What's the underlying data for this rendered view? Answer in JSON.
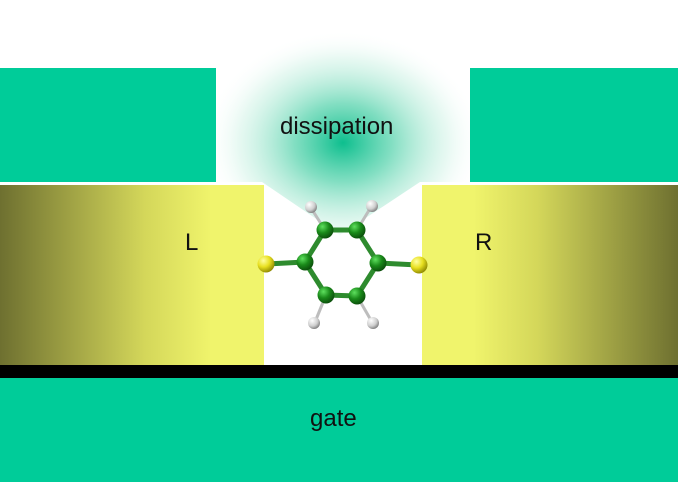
{
  "labels": {
    "dissipation": "dissipation",
    "left_electrode": "L",
    "right_electrode": "R",
    "gate": "gate"
  },
  "colors": {
    "substrate": "#00cc99",
    "gold_light": "#f0f46c",
    "gold_dark": "#6e7030",
    "oxide": "#000000",
    "carbon": "#1a7a1a",
    "carbon_highlight": "#3ec43e",
    "sulfur": "#e8e020",
    "hydrogen": "#d0d0d0",
    "bond": "#2e8b2e",
    "glow": "#00bb88"
  },
  "molecule": {
    "name": "benzene-dithiol",
    "carbon_count": 6,
    "sulfur_count": 2,
    "hydrogen_count": 4
  }
}
